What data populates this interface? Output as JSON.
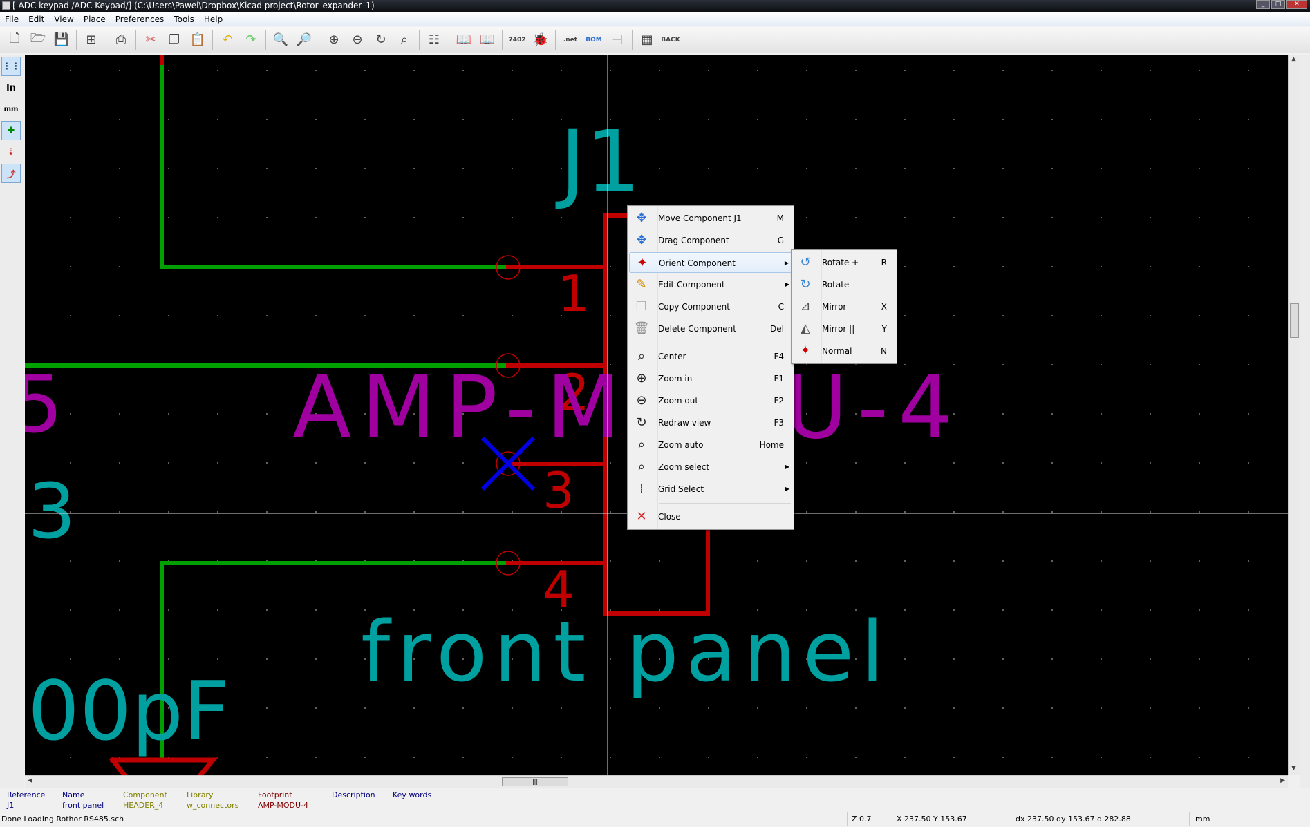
{
  "title": "[ ADC keypad /ADC Keypad/] (C:\\Users\\Pawel\\Dropbox\\Kicad project\\Rotor_expander_1)",
  "menubar": [
    "File",
    "Edit",
    "View",
    "Place",
    "Preferences",
    "Tools",
    "Help"
  ],
  "toolbar_icons": [
    "new-sheet-icon",
    "open-sheet-icon",
    "save-icon",
    "page-settings-icon",
    "print-icon",
    "cut-icon",
    "copy-icon",
    "paste-icon",
    "undo-icon",
    "redo-icon",
    "find-icon",
    "find-replace-icon",
    "zoom-in-icon",
    "zoom-out-icon",
    "redraw-icon",
    "zoom-auto-icon",
    "hierarchy-icon",
    "library-editor-icon",
    "library-browser-icon",
    "annotate-icon",
    "erc-icon",
    "netlist-icon",
    "bom-icon",
    "cvpcb-icon",
    "pcbnew-icon",
    "back-icon"
  ],
  "toolbar_text": {
    "netlist": ".net",
    "bom": "BOM",
    "annotate": "7402",
    "back": "BACK"
  },
  "left_toolbar": {
    "inch": "In",
    "mm": "mm"
  },
  "schematic": {
    "reference": "J1",
    "value": "AMP-MODU-4",
    "name_label": "front panel",
    "pins": [
      "1",
      "2",
      "3",
      "4"
    ],
    "left_fragments": [
      "5",
      "3",
      "00pF"
    ],
    "colors": {
      "wire": "#00a000",
      "pin": "#c00000",
      "reference": "#00a0a0",
      "value": "#a000a0",
      "noconnect": "#0000e0"
    }
  },
  "context_menu": {
    "items": [
      {
        "label": "Move Component J1",
        "shortcut": "M",
        "icon": "move-icon"
      },
      {
        "label": "Drag Component",
        "shortcut": "G",
        "icon": "drag-icon"
      },
      {
        "label": "Orient Component",
        "shortcut": "",
        "icon": "orient-icon",
        "submenu": true,
        "highlighted": true
      },
      {
        "label": "Edit Component",
        "shortcut": "",
        "icon": "edit-component-icon",
        "submenu": true
      },
      {
        "label": "Copy Component",
        "shortcut": "C",
        "icon": "copy-icon"
      },
      {
        "label": "Delete Component",
        "shortcut": "Del",
        "icon": "delete-icon"
      },
      {
        "label": "Center",
        "shortcut": "F4",
        "icon": "center-icon"
      },
      {
        "label": "Zoom in",
        "shortcut": "F1",
        "icon": "zoom-in-icon"
      },
      {
        "label": "Zoom out",
        "shortcut": "F2",
        "icon": "zoom-out-icon"
      },
      {
        "label": "Redraw view",
        "shortcut": "F3",
        "icon": "redraw-icon"
      },
      {
        "label": "Zoom auto",
        "shortcut": "Home",
        "icon": "zoom-auto-icon"
      },
      {
        "label": "Zoom select",
        "shortcut": "",
        "icon": "zoom-select-icon",
        "submenu": true
      },
      {
        "label": "Grid Select",
        "shortcut": "",
        "icon": "grid-icon",
        "submenu": true
      },
      {
        "label": "Close",
        "shortcut": "",
        "icon": "close-icon"
      }
    ]
  },
  "orient_submenu": {
    "items": [
      {
        "label": "Rotate +",
        "shortcut": "R",
        "icon": "rotate-ccw-icon"
      },
      {
        "label": "Rotate -",
        "shortcut": "",
        "icon": "rotate-cw-icon"
      },
      {
        "label": "Mirror --",
        "shortcut": "X",
        "icon": "mirror-x-icon"
      },
      {
        "label": "Mirror ||",
        "shortcut": "Y",
        "icon": "mirror-y-icon"
      },
      {
        "label": "Normal",
        "shortcut": "N",
        "icon": "normal-orient-icon"
      }
    ]
  },
  "info_panel": [
    {
      "header": "Reference",
      "value": "J1",
      "color": "#000080"
    },
    {
      "header": "Name",
      "value": "front panel",
      "color": "#000080"
    },
    {
      "header": "Component",
      "value": "HEADER_4",
      "color": "#808000"
    },
    {
      "header": "Library",
      "value": "w_connectors",
      "color": "#808000"
    },
    {
      "header": "Footprint",
      "value": "AMP-MODU-4",
      "color": "#800000"
    },
    {
      "header": "Description",
      "value": "",
      "color": "#000080"
    },
    {
      "header": "Key words",
      "value": "",
      "color": "#000080"
    }
  ],
  "status": {
    "message": "Done Loading Rothor RS485.sch",
    "zoom": "Z 0.7",
    "cursor": "X 237.50  Y 153.67",
    "delta": "dx 237.50  dy 153.67  d 282.88",
    "units": "mm"
  }
}
